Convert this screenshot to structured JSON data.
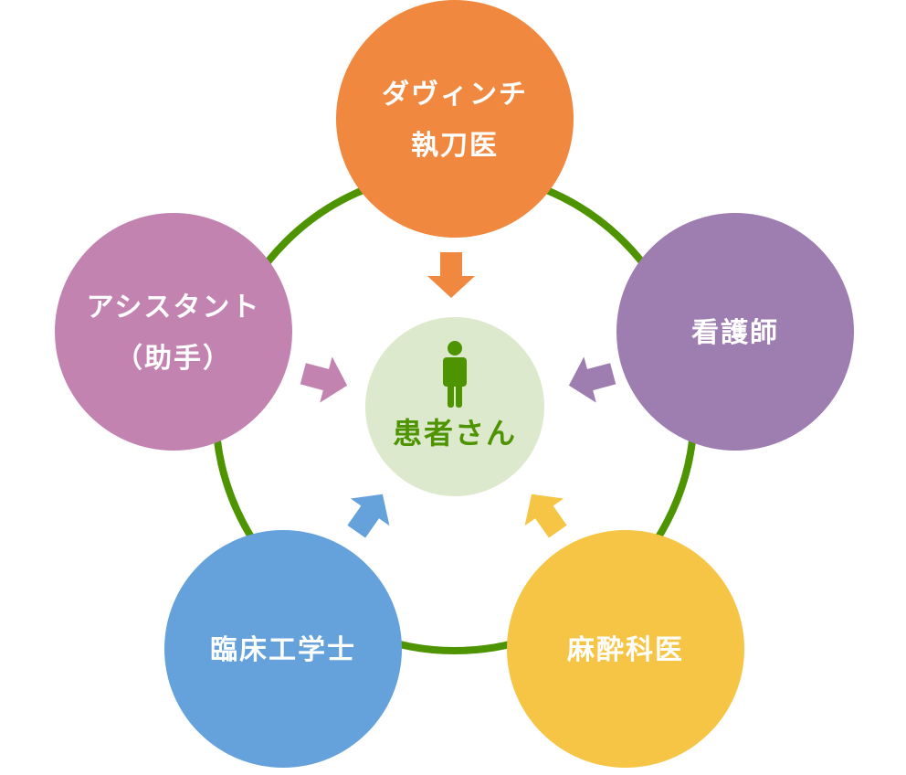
{
  "diagram": {
    "title": "Team medical care around the patient",
    "ring_color": "#4e9400",
    "center": {
      "label": "患者さん",
      "icon": "person-icon",
      "fill": "#dde9cd",
      "text_color": "#4e9400"
    },
    "nodes": [
      {
        "id": "surgeon",
        "lines": [
          "ダヴィンチ",
          "執刀医"
        ],
        "color": "#f0883f"
      },
      {
        "id": "nurse",
        "lines": [
          "看護師"
        ],
        "color": "#9e7db0"
      },
      {
        "id": "anesthesiologist",
        "lines": [
          "麻酔科医"
        ],
        "color": "#f6c545"
      },
      {
        "id": "clinical-engineer",
        "lines": [
          "臨床工学士"
        ],
        "color": "#65a2db"
      },
      {
        "id": "assistant",
        "lines": [
          "アシスタント",
          "（助手）"
        ],
        "color": "#c283b0"
      }
    ],
    "arrows": [
      {
        "from": "surgeon",
        "to": "center",
        "color": "#f0883f"
      },
      {
        "from": "nurse",
        "to": "center",
        "color": "#9e7db0"
      },
      {
        "from": "anesthesiologist",
        "to": "center",
        "color": "#f6c545"
      },
      {
        "from": "clinical-engineer",
        "to": "center",
        "color": "#65a2db"
      },
      {
        "from": "assistant",
        "to": "center",
        "color": "#c283b0"
      }
    ]
  }
}
